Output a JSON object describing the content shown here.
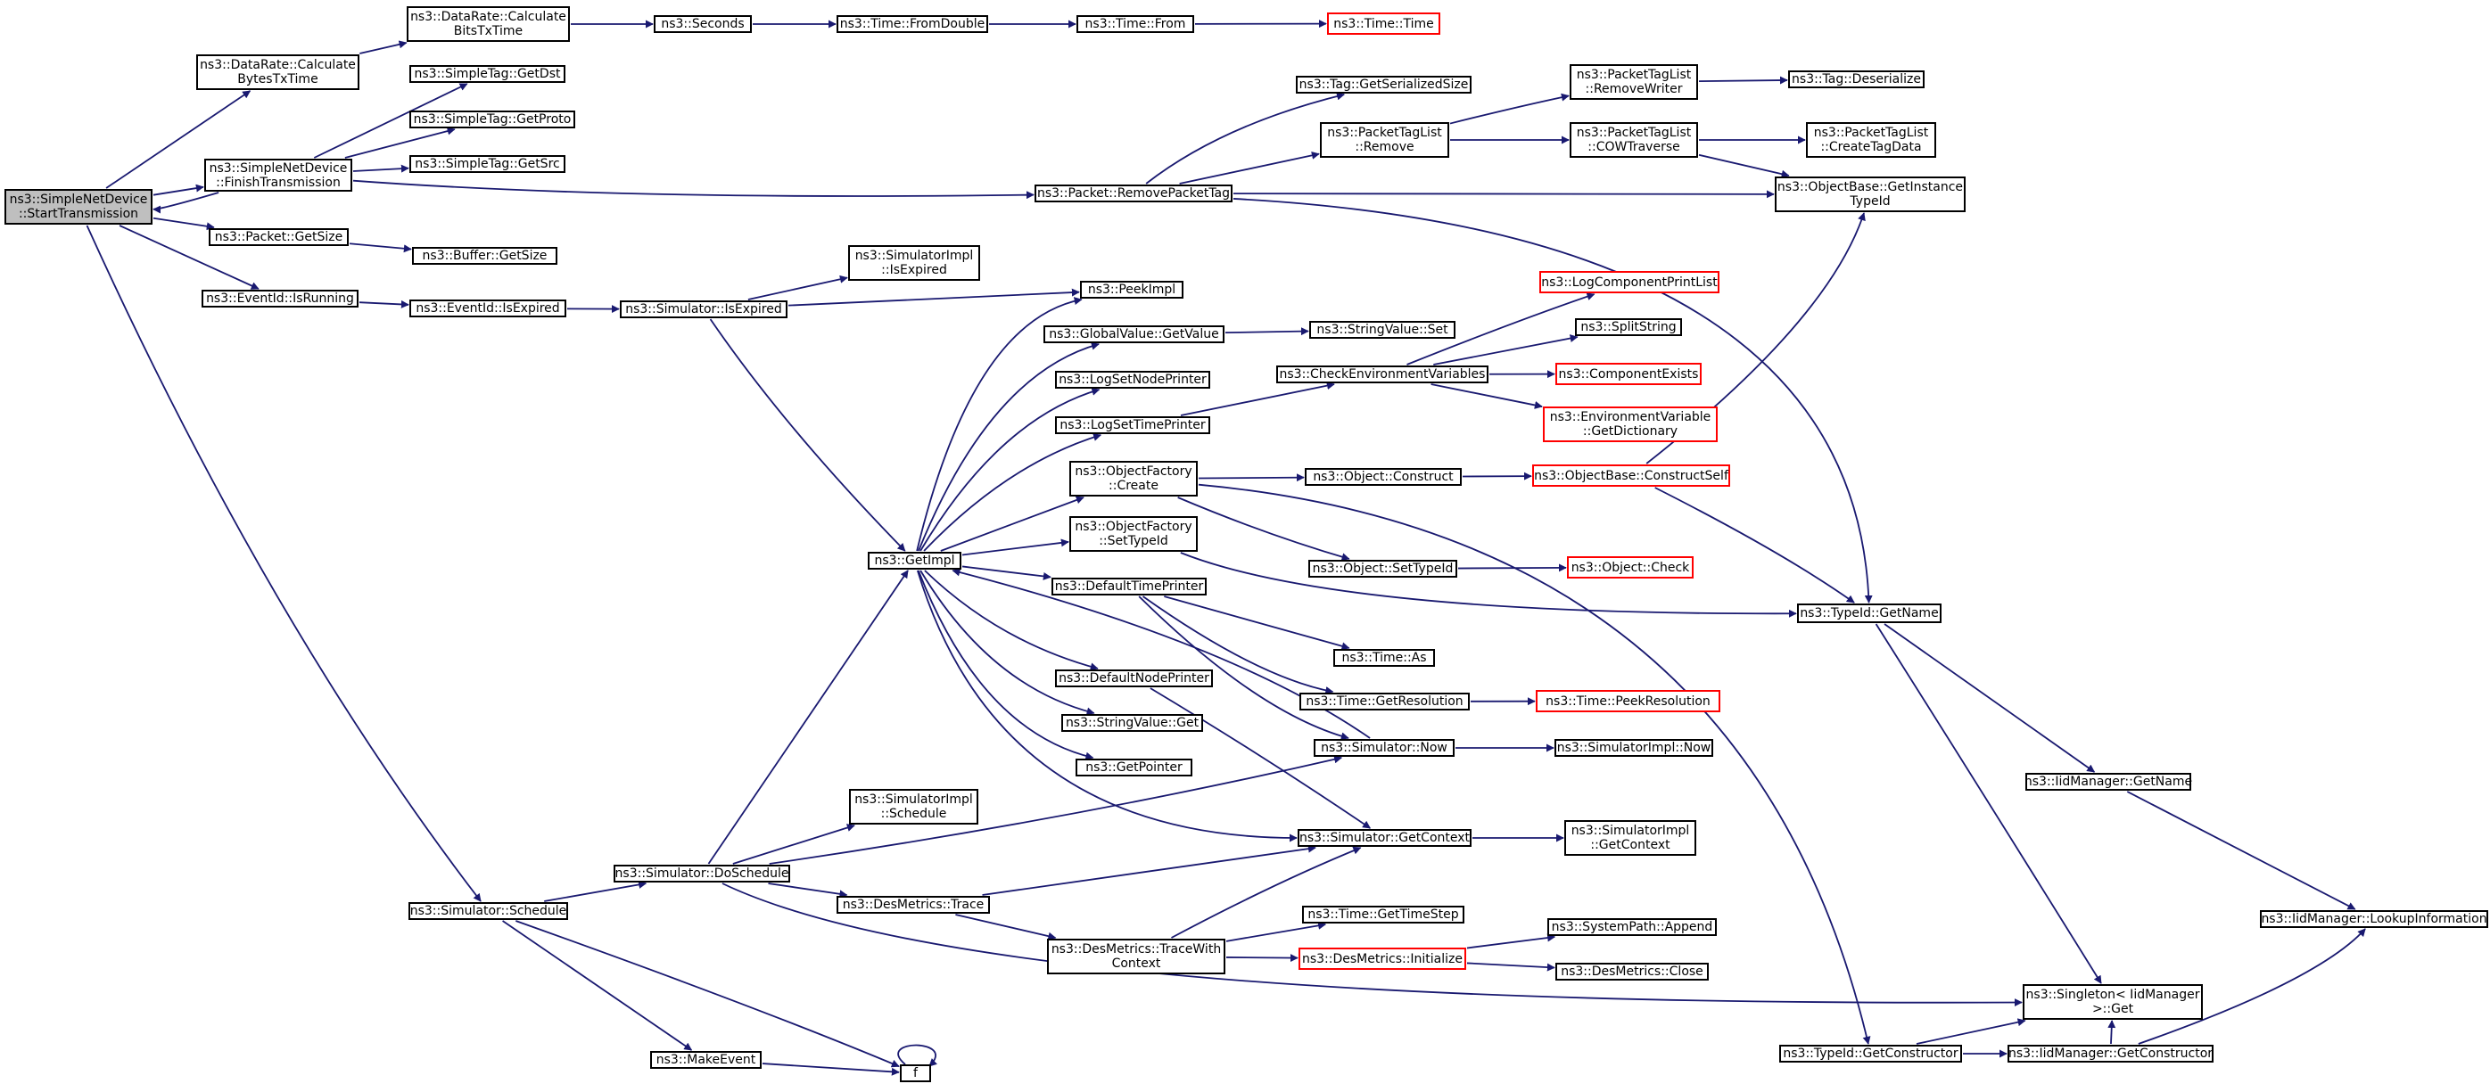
{
  "colors": {
    "edge": "#191970",
    "border": "#000000",
    "truncated_border": "#ff0000",
    "root_fill": "#bfbfbf",
    "node_fill": "#ffffff"
  },
  "nodes": [
    {
      "id": "start",
      "lines": [
        "ns3::SimpleNetDevice",
        "::StartTransmission"
      ],
      "root": true
    },
    {
      "id": "calcbytes",
      "lines": [
        "ns3::DataRate::Calculate",
        "BytesTxTime"
      ]
    },
    {
      "id": "calcbits",
      "lines": [
        "ns3::DataRate::Calculate",
        "BitsTxTime"
      ]
    },
    {
      "id": "seconds",
      "lines": [
        "ns3::Seconds"
      ]
    },
    {
      "id": "fromdouble",
      "lines": [
        "ns3::Time::FromDouble"
      ]
    },
    {
      "id": "timefrom",
      "lines": [
        "ns3::Time::From"
      ]
    },
    {
      "id": "timetime",
      "lines": [
        "ns3::Time::Time"
      ],
      "truncated": true
    },
    {
      "id": "finish",
      "lines": [
        "ns3::SimpleNetDevice",
        "::FinishTransmission"
      ]
    },
    {
      "id": "getdst",
      "lines": [
        "ns3::SimpleTag::GetDst"
      ]
    },
    {
      "id": "getproto",
      "lines": [
        "ns3::SimpleTag::GetProto"
      ]
    },
    {
      "id": "getsrc",
      "lines": [
        "ns3::SimpleTag::GetSrc"
      ]
    },
    {
      "id": "pktgetsize",
      "lines": [
        "ns3::Packet::GetSize"
      ]
    },
    {
      "id": "bufgetsize",
      "lines": [
        "ns3::Buffer::GetSize"
      ]
    },
    {
      "id": "isrunning",
      "lines": [
        "ns3::EventId::IsRunning"
      ]
    },
    {
      "id": "isexpired",
      "lines": [
        "ns3::EventId::IsExpired"
      ]
    },
    {
      "id": "simisexpired",
      "lines": [
        "ns3::Simulator::IsExpired"
      ]
    },
    {
      "id": "implisexpired",
      "lines": [
        "ns3::SimulatorImpl",
        "::IsExpired"
      ]
    },
    {
      "id": "peekimpl",
      "lines": [
        "ns3::PeekImpl"
      ]
    },
    {
      "id": "gvgetvalue",
      "lines": [
        "ns3::GlobalValue::GetValue"
      ]
    },
    {
      "id": "strset",
      "lines": [
        "ns3::StringValue::Set"
      ]
    },
    {
      "id": "logsetnode",
      "lines": [
        "ns3::LogSetNodePrinter"
      ]
    },
    {
      "id": "logsettime",
      "lines": [
        "ns3::LogSetTimePrinter"
      ]
    },
    {
      "id": "checkenv",
      "lines": [
        "ns3::CheckEnvironmentVariables"
      ]
    },
    {
      "id": "logcomplist",
      "lines": [
        "ns3::LogComponentPrintList"
      ],
      "truncated": true
    },
    {
      "id": "splitstring",
      "lines": [
        "ns3::SplitString"
      ]
    },
    {
      "id": "compexists",
      "lines": [
        "ns3::ComponentExists"
      ],
      "truncated": true
    },
    {
      "id": "envdict",
      "lines": [
        "ns3::EnvironmentVariable",
        "::GetDictionary"
      ],
      "truncated": true
    },
    {
      "id": "ofcreate",
      "lines": [
        "ns3::ObjectFactory",
        "::Create"
      ]
    },
    {
      "id": "objconstruct",
      "lines": [
        "ns3::Object::Construct"
      ]
    },
    {
      "id": "constructself",
      "lines": [
        "ns3::ObjectBase::ConstructSelf"
      ],
      "truncated": true
    },
    {
      "id": "ofsettypeid",
      "lines": [
        "ns3::ObjectFactory",
        "::SetTypeId"
      ]
    },
    {
      "id": "objsettypeid",
      "lines": [
        "ns3::Object::SetTypeId"
      ]
    },
    {
      "id": "objcheck",
      "lines": [
        "ns3::Object::Check"
      ],
      "truncated": true
    },
    {
      "id": "getimpl",
      "lines": [
        "ns3::GetImpl"
      ]
    },
    {
      "id": "deftimeprinter",
      "lines": [
        "ns3::DefaultTimePrinter"
      ]
    },
    {
      "id": "timeas",
      "lines": [
        "ns3::Time::As"
      ]
    },
    {
      "id": "getresolution",
      "lines": [
        "ns3::Time::GetResolution"
      ]
    },
    {
      "id": "peekresolution",
      "lines": [
        "ns3::Time::PeekResolution"
      ],
      "truncated": true
    },
    {
      "id": "defnodeprinter",
      "lines": [
        "ns3::DefaultNodePrinter"
      ]
    },
    {
      "id": "strget",
      "lines": [
        "ns3::StringValue::Get"
      ]
    },
    {
      "id": "getpointer",
      "lines": [
        "ns3::GetPointer"
      ]
    },
    {
      "id": "simnow",
      "lines": [
        "ns3::Simulator::Now"
      ]
    },
    {
      "id": "implnow",
      "lines": [
        "ns3::SimulatorImpl::Now"
      ]
    },
    {
      "id": "simgetcontext",
      "lines": [
        "ns3::Simulator::GetContext"
      ]
    },
    {
      "id": "implgetcontext",
      "lines": [
        "ns3::SimulatorImpl",
        "::GetContext"
      ]
    },
    {
      "id": "implschedule",
      "lines": [
        "ns3::SimulatorImpl",
        "::Schedule"
      ]
    },
    {
      "id": "doschedule",
      "lines": [
        "ns3::Simulator::DoSchedule"
      ]
    },
    {
      "id": "simschedule",
      "lines": [
        "ns3::Simulator::Schedule"
      ]
    },
    {
      "id": "destrace",
      "lines": [
        "ns3::DesMetrics::Trace"
      ]
    },
    {
      "id": "destracewith",
      "lines": [
        "ns3::DesMetrics::TraceWith",
        "Context"
      ]
    },
    {
      "id": "gettimestep",
      "lines": [
        "ns3::Time::GetTimeStep"
      ]
    },
    {
      "id": "desinit",
      "lines": [
        "ns3::DesMetrics::Initialize"
      ],
      "truncated": true
    },
    {
      "id": "sysappend",
      "lines": [
        "ns3::SystemPath::Append"
      ]
    },
    {
      "id": "desclose",
      "lines": [
        "ns3::DesMetrics::Close"
      ]
    },
    {
      "id": "makeevent",
      "lines": [
        "ns3::MakeEvent"
      ]
    },
    {
      "id": "f",
      "lines": [
        "f"
      ]
    },
    {
      "id": "taggetser",
      "lines": [
        "ns3::Tag::GetSerializedSize"
      ]
    },
    {
      "id": "ptlremove",
      "lines": [
        "ns3::PacketTagList",
        "::Remove"
      ]
    },
    {
      "id": "ptlremovewriter",
      "lines": [
        "ns3::PacketTagList",
        "::RemoveWriter"
      ]
    },
    {
      "id": "tagdeser",
      "lines": [
        "ns3::Tag::Deserialize"
      ]
    },
    {
      "id": "ptlcow",
      "lines": [
        "ns3::PacketTagList",
        "::COWTraverse"
      ]
    },
    {
      "id": "ptlcreate",
      "lines": [
        "ns3::PacketTagList",
        "::CreateTagData"
      ]
    },
    {
      "id": "getinsttypeid",
      "lines": [
        "ns3::ObjectBase::GetInstance",
        "TypeId"
      ]
    },
    {
      "id": "removepkttag",
      "lines": [
        "ns3::Packet::RemovePacketTag"
      ]
    },
    {
      "id": "typeidgetname",
      "lines": [
        "ns3::TypeId::GetName"
      ]
    },
    {
      "id": "iidgetname",
      "lines": [
        "ns3::IidManager::GetName"
      ]
    },
    {
      "id": "iidlookup",
      "lines": [
        "ns3::IidManager::LookupInformation"
      ]
    },
    {
      "id": "singletonget",
      "lines": [
        "ns3::Singleton< IidManager",
        ">::Get"
      ]
    },
    {
      "id": "typeidgetctor",
      "lines": [
        "ns3::TypeId::GetConstructor"
      ]
    },
    {
      "id": "iidgetctor",
      "lines": [
        "ns3::IidManager::GetConstructor"
      ]
    }
  ]
}
